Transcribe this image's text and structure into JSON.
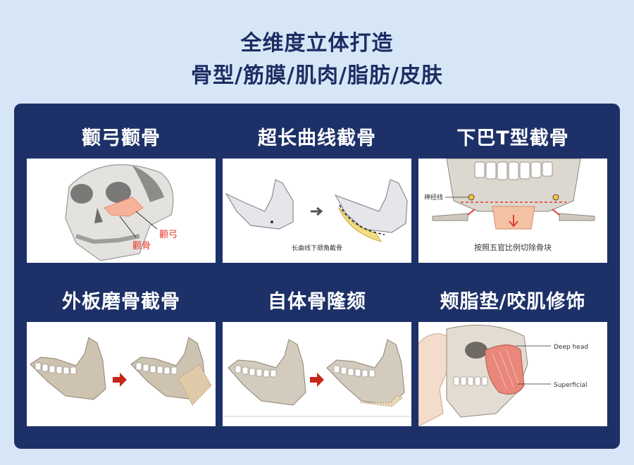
{
  "header": {
    "line1": "全维度立体打造",
    "line2": "骨型/筋膜/肌肉/脂肪/皮肤"
  },
  "colors": {
    "background": "#d6e6f7",
    "panel": "#1d3168",
    "heading": "#1d2d63",
    "accent_red": "#e43b2d"
  },
  "cards": [
    {
      "title": "颧弓颧骨",
      "labels": [
        "颧弓",
        "颧骨"
      ]
    },
    {
      "title": "超长曲线截骨",
      "caption": "长曲线下颌角截骨"
    },
    {
      "title": "下巴T型截骨",
      "label": "神经线",
      "caption": "按照五官比例切除骨块"
    },
    {
      "title": "外板磨骨截骨"
    },
    {
      "title": "自体骨隆颏"
    },
    {
      "title": "颊脂垫/咬肌修饰",
      "labels": [
        "Deep head",
        "Superficial"
      ]
    }
  ]
}
